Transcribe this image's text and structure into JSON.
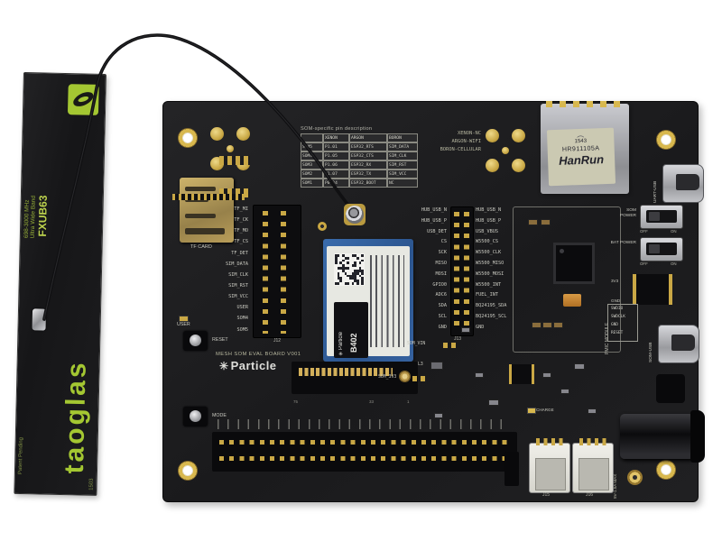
{
  "photo": {
    "background": "#ffffff",
    "subject": "Particle mesh SoM evaluation board with Taoglas flexible antenna"
  },
  "antenna": {
    "brand": "taoglas",
    "model": "FXUB63",
    "description": "Ultra Wide Band",
    "frequency": "698-3000 MHz",
    "patent": "Patent Pending",
    "batch": "1503",
    "green": "#a4c732"
  },
  "board": {
    "silkscreen_title": "MESH SOM EVAL BOARD V001",
    "brand": "Particle",
    "brand_mark": "✳",
    "pin_table": {
      "title": "SOM-specific pin description",
      "headers": [
        "",
        "XENON",
        "ARGON",
        "BORON"
      ],
      "rows": [
        [
          "SOM5",
          "P1.01",
          "ESP32_RTS",
          "SIM_DATA"
        ],
        [
          "SOM4",
          "P1.05",
          "ESP32_CTS",
          "SIM_CLK"
        ],
        [
          "SOM3",
          "P1.06",
          "ESP32_RX",
          "SIM_RST"
        ],
        [
          "SOM2",
          "P1.07",
          "ESP32_TX",
          "SIM_VCC"
        ],
        [
          "SOM1",
          "P0.24",
          "ESP32_BOOT",
          "NC"
        ]
      ]
    },
    "som_variants": [
      "XENON-NC",
      "ARGON-WIFI",
      "BORON-CELLULAR"
    ],
    "sd_label": "TF CARD",
    "left_header": {
      "ref": "J12",
      "labels": [
        "TF_MI",
        "TF_CK",
        "TF_MO",
        "TF_CS",
        "TF_DET",
        "SIM_DATA",
        "SIM_CLK",
        "SIM_RST",
        "SIM_VCC",
        "USER",
        "SOM4",
        "SOM5"
      ]
    },
    "right_header": {
      "ref": "J13",
      "left_labels": [
        "HUB_USB_N",
        "HUB_USB_P",
        "USB_DET",
        "CS",
        "SCK",
        "MISO",
        "MOSI",
        "GPIO0",
        "ADC6",
        "SDA",
        "SCL",
        "GND"
      ],
      "right_labels": [
        "HUB_USB_N",
        "HUB_USB_P",
        "USB_VBUS",
        "W5500_CS",
        "W5500_CLK",
        "W5500_MISO",
        "W5500_MOSI",
        "W5500_INT",
        "FUEL_INT",
        "BQ24195_SDA",
        "BQ24195_SCL",
        "GND"
      ]
    },
    "buttons": {
      "reset": "RESET",
      "mode": "MODE",
      "user": "USER"
    },
    "ethernet": {
      "wing": "︵",
      "date": "1543",
      "part": "HR911105A",
      "brand": "HanRun"
    },
    "usb_uart_label": "UART-USB",
    "som_usb_label": "SOM-USB",
    "switches": [
      {
        "name": "SOM POWER",
        "off": "OFF",
        "on": "ON"
      },
      {
        "name": "BAT POWER",
        "off": "OFF",
        "on": "ON"
      }
    ],
    "swd_pins": [
      "SWDIO",
      "SWDCLK",
      "GND",
      "RESET"
    ],
    "power_labels": {
      "v3": "3V3",
      "gnd": "GND",
      "charge": "CHARGE",
      "barrel": "5V-1.5A MAX"
    },
    "jumpers": {
      "som_vin": "SOM_VIN",
      "som_3v3": "SOM_3V3",
      "l3": "L3"
    },
    "pmic_label": "PMIC MODULE",
    "m2_numbers": [
      "75",
      "33",
      "1"
    ],
    "jst_refs": [
      "J15",
      "J16"
    ],
    "som_module": {
      "brand": "Particle",
      "model": "B402",
      "mark": "✳"
    }
  }
}
